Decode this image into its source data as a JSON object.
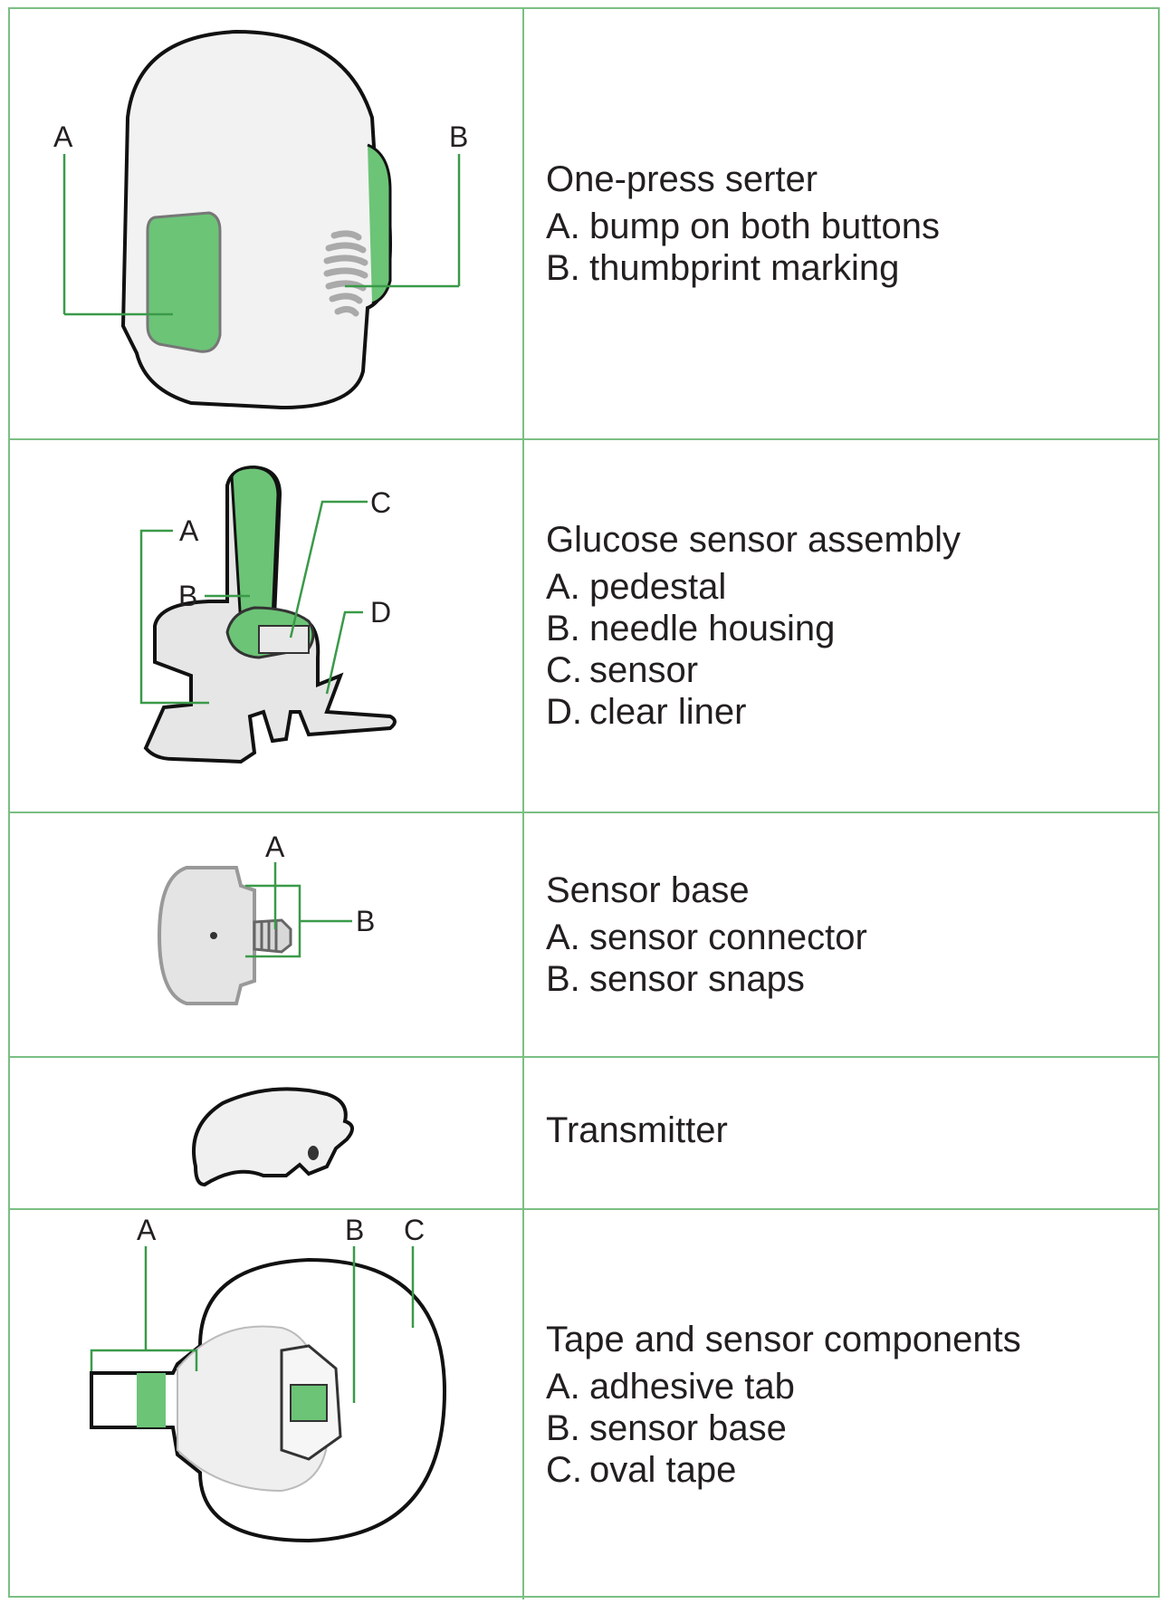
{
  "rows": [
    {
      "title": "One-press serter",
      "items": [
        {
          "letter": "A.",
          "text": "bump on both buttons"
        },
        {
          "letter": "B.",
          "text": "thumbprint marking"
        }
      ],
      "callouts": [
        "A",
        "B"
      ]
    },
    {
      "title": "Glucose sensor assembly",
      "items": [
        {
          "letter": "A.",
          "text": "pedestal"
        },
        {
          "letter": "B.",
          "text": "needle housing"
        },
        {
          "letter": "C.",
          "text": "sensor"
        },
        {
          "letter": "D.",
          "text": "clear liner"
        }
      ],
      "callouts": [
        "A",
        "B",
        "C",
        "D"
      ]
    },
    {
      "title": "Sensor base",
      "items": [
        {
          "letter": "A.",
          "text": "sensor connector"
        },
        {
          "letter": "B.",
          "text": "sensor snaps"
        }
      ],
      "callouts": [
        "A",
        "B"
      ]
    },
    {
      "title": "Transmitter",
      "items": [],
      "callouts": []
    },
    {
      "title": "Tape and sensor components",
      "items": [
        {
          "letter": "A.",
          "text": "adhesive tab"
        },
        {
          "letter": "B.",
          "text": "sensor base"
        },
        {
          "letter": "C.",
          "text": "oval tape"
        }
      ],
      "callouts": [
        "A",
        "B",
        "C"
      ]
    }
  ],
  "colors": {
    "border": "#7bbf84",
    "accent_green": "#6cc477",
    "text": "#231f20"
  }
}
